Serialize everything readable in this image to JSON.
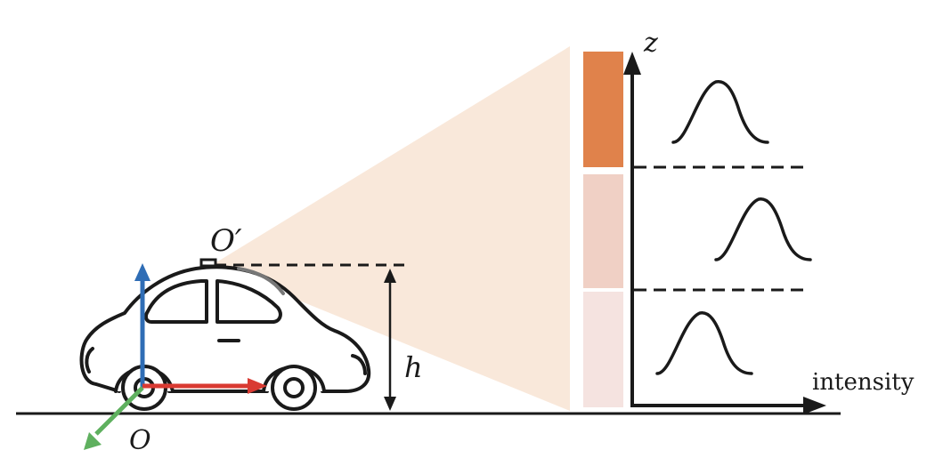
{
  "labels": {
    "origin_camera": "O′",
    "origin_ground": "O",
    "height": "h",
    "z_axis": "z",
    "x_axis": "intensity"
  },
  "colors": {
    "frustum": "#f9e8da",
    "bin_top": "#e0824b",
    "bin_middle": "#f0d0c5",
    "bin_bottom": "#f5e3e0",
    "axis_up": "#2f6db5",
    "axis_forward": "#d93a32",
    "axis_side": "#5fb05f",
    "line": "#1a1a1a"
  },
  "icons": {
    "vehicle": "car-icon",
    "sensor": "lidar-sensor-icon"
  },
  "bins": [
    {
      "name": "top",
      "peak": "left"
    },
    {
      "name": "middle",
      "peak": "right"
    },
    {
      "name": "bottom",
      "peak": "left"
    }
  ]
}
